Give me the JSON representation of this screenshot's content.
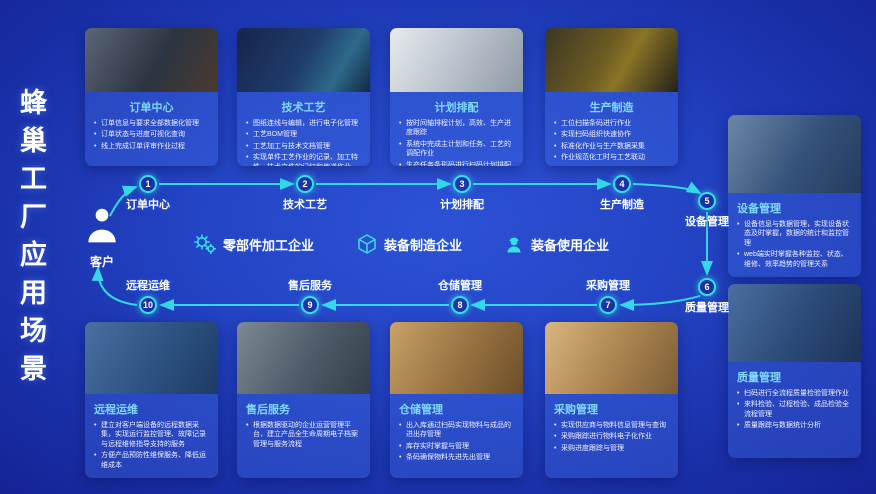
{
  "title": {
    "vertical": "蜂巢工厂应用场景"
  },
  "customer": {
    "label": "客户"
  },
  "flow": {
    "steps": [
      {
        "num": "1",
        "label": "订单中心"
      },
      {
        "num": "2",
        "label": "技术工艺"
      },
      {
        "num": "3",
        "label": "计划排配"
      },
      {
        "num": "4",
        "label": "生产制造"
      },
      {
        "num": "5",
        "label": "设备管理"
      },
      {
        "num": "6",
        "label": "质量管理"
      },
      {
        "num": "7",
        "label": "采购管理"
      },
      {
        "num": "8",
        "label": "仓储管理"
      },
      {
        "num": "9",
        "label": "售后服务"
      },
      {
        "num": "10",
        "label": "远程运维"
      }
    ]
  },
  "badges": [
    {
      "label": "零部件加工企业",
      "icon": "gears-icon"
    },
    {
      "label": "装备制造企业",
      "icon": "cube-icon"
    },
    {
      "label": "装备使用企业",
      "icon": "worker-icon"
    }
  ],
  "cards": {
    "order_center": {
      "title": "订单中心",
      "bullets": [
        "订单信息与要求全部数据化管理",
        "订单状态与进度可视化查询",
        "线上完成订单评审作业过程"
      ]
    },
    "tech_process": {
      "title": "技术工艺",
      "bullets": [
        "图纸连线与编辑，进行电子化管理",
        "工艺BOM管理",
        "工艺加工与技术文档管理",
        "实现单件工艺作业的记录、加工特性、技术文件的记忆和传递作业"
      ]
    },
    "plan_schedule": {
      "title": "计划排配",
      "bullets": [
        "按时间轴排程计划，高效、生产进度跟踪",
        "系统中完成主计划和任务、工艺的调配作业",
        "生产任务条形码进行扫码计划排配"
      ]
    },
    "production": {
      "title": "生产制造",
      "bullets": [
        "工位扫描条码进行作业",
        "实现扫码组织快速协作",
        "标准化作业与生产数据采集",
        "作业规范化工时与工艺联动"
      ]
    },
    "equipment": {
      "title": "设备管理",
      "bullets": [
        "设备信息与数据管理，实现设备状态及时掌握，数据的统计和监控管理",
        "web端实时掌握各种监控、状态、维修、效率趋势的管理关系"
      ]
    },
    "quality": {
      "title": "质量管理",
      "bullets": [
        "扫码进行全流程质量检验管理作业",
        "来料检验、过程检验、成品检验全流程管理",
        "质量跟踪与数据统计分析"
      ]
    },
    "remote_ops": {
      "title": "远程运维",
      "bullets": [
        "建立对客户端设备的远程数据采集，实现运行监控管理、故障记录与远程维修指导支持的服务",
        "方便产品预防性维保服务、降低运维成本"
      ]
    },
    "after_sales": {
      "title": "售后服务",
      "bullets": [
        "根据数据驱动的企业运营管理平台，建立产品全生命周期电子档案管理与服务流程"
      ]
    },
    "warehouse": {
      "title": "仓储管理",
      "bullets": [
        "出入库通过扫码实现物料与成品的进出存管理",
        "库存实时掌握与管理",
        "条码确保物料先进先出管理"
      ]
    },
    "procurement": {
      "title": "采购管理",
      "bullets": [
        "实现供应商与物料信息管理与查询",
        "采购跟踪进行物料电子化作业",
        "采购进度跟踪与管理"
      ]
    }
  },
  "colors": {
    "accent": "#35e0e8",
    "card_title": "#7fd9ff",
    "background_center": "#2e52d6",
    "background_edge": "#142394"
  }
}
